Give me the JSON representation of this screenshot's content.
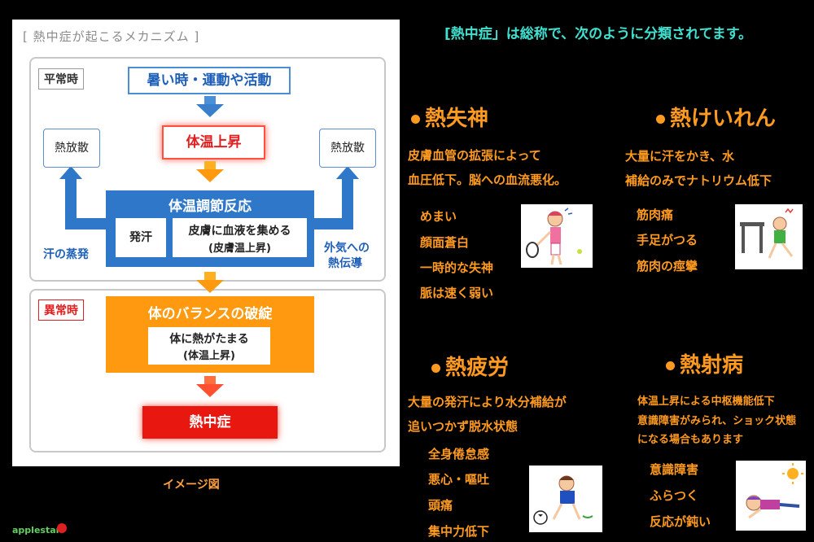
{
  "colors": {
    "accent_orange": "#ff9a20",
    "headline_cyan": "#40e0d0",
    "blue": "#2f77c8",
    "red": "#e81810"
  },
  "left_panel": {
    "title": "[ 熱中症が起こるメカニズム ]",
    "normal_tag": "平常時",
    "abnormal_tag": "異常時",
    "trigger": "暑い時・運動や活動",
    "temp_rise": "体温上昇",
    "heat_release_left": "熱放散",
    "heat_release_right": "熱放散",
    "regulation_title": "体温調節反応",
    "sweat": "発汗",
    "skin_line1": "皮膚に血液を集める",
    "skin_line2": "(皮膚温上昇)",
    "label_evap": "汗の蒸発",
    "label_outside_1": "外気への",
    "label_outside_2": "熱伝導",
    "balance_title": "体のバランスの破綻",
    "balance_line1": "体に熱がたまる",
    "balance_line2": "(体温上昇)",
    "heatstroke": "熱中症",
    "caption": "イメージ図"
  },
  "logo": "applestar",
  "headline": "[熱中症」は総称で、次のように分類されてます。",
  "sections": {
    "syncope": {
      "title": "熱失神",
      "desc": [
        "皮膚血管の拡張によって",
        "血圧低下。脳への血流悪化。"
      ],
      "symptoms": [
        "めまい",
        "顔面蒼白",
        "一時的な失神",
        "脈は速く弱い"
      ]
    },
    "cramps": {
      "title": "熱けいれん",
      "desc": [
        "大量に汗をかき、水",
        "補給のみでナトリウム低下"
      ],
      "symptoms": [
        "筋肉痛",
        "手足がつる",
        "筋肉の痙攣"
      ]
    },
    "exhaustion": {
      "title": "熱疲労",
      "desc": [
        "大量の発汗により水分補給が",
        "追いつかず脱水状態"
      ],
      "symptoms": [
        "全身倦怠感",
        "悪心・嘔吐",
        "頭痛",
        "集中力低下"
      ]
    },
    "stroke": {
      "title": "熱射病",
      "desc": [
        "体温上昇による中枢機能低下",
        "意識障害がみられ、ショック状態",
        "になる場合もあります"
      ],
      "symptoms": [
        "意識障害",
        "ふらつく",
        "反応が鈍い"
      ]
    }
  }
}
